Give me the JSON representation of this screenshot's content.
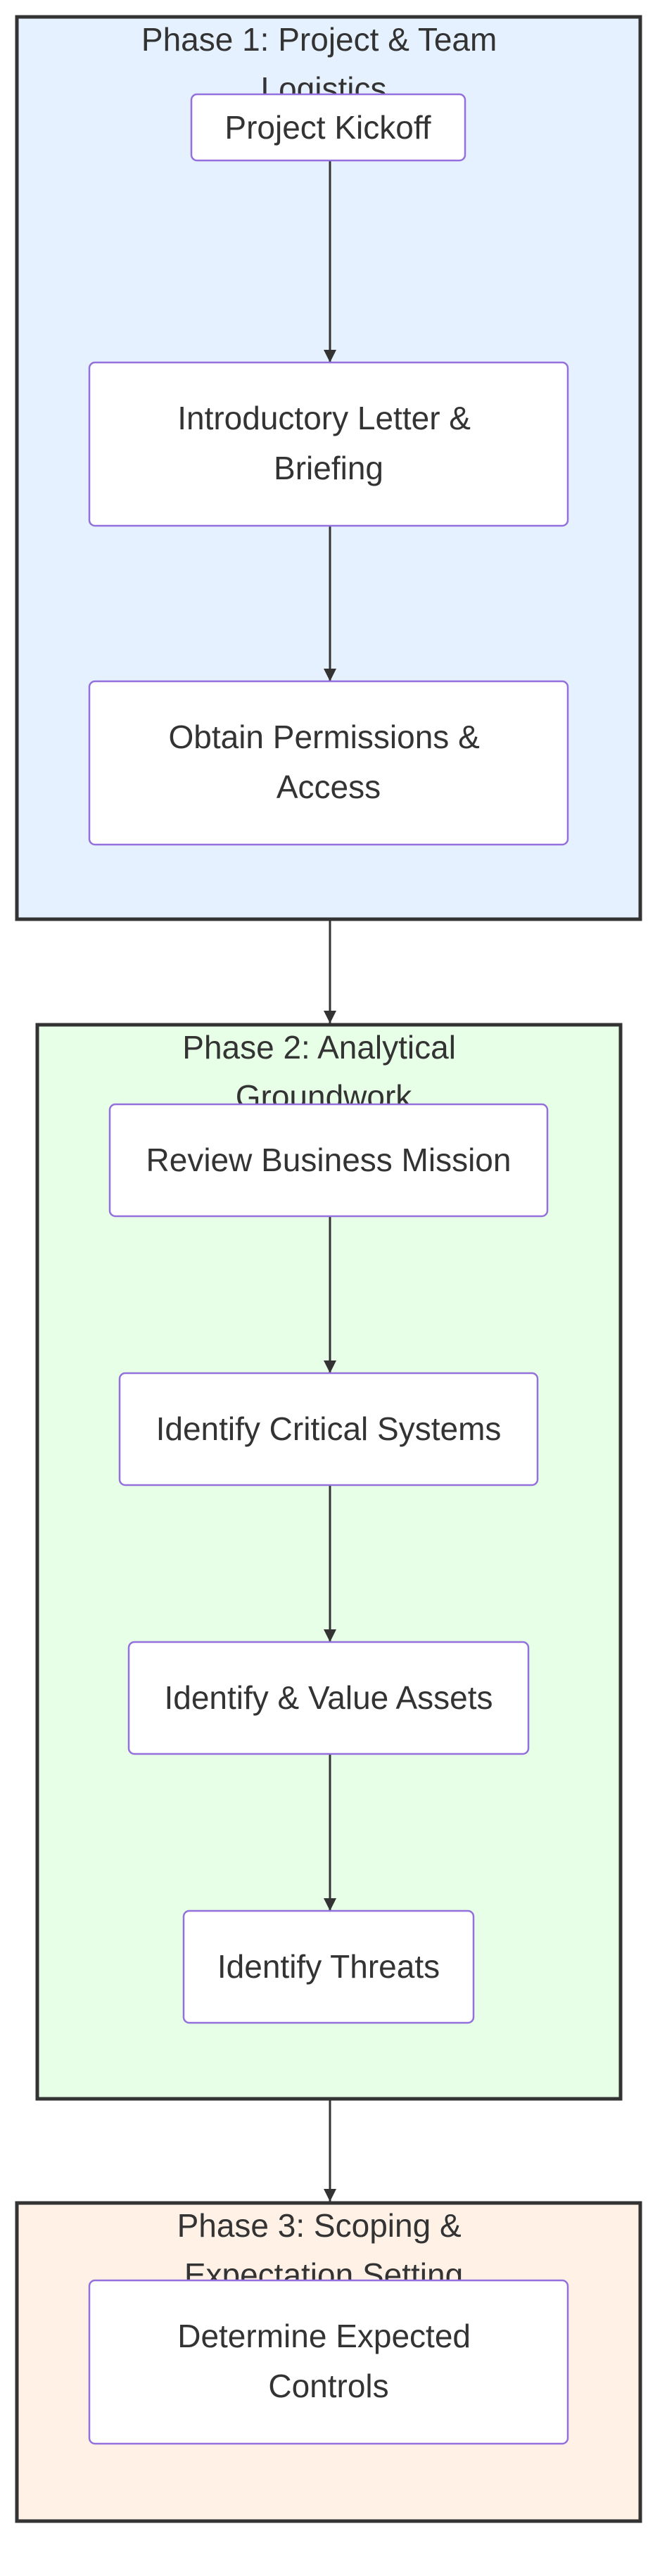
{
  "colors": {
    "phase1_fill": "#e6f1ff",
    "phase2_fill": "#e6ffe6",
    "phase3_fill": "#fff1e6",
    "phase_border": "#333333",
    "node_fill": "#ffffff",
    "node_border": "#9370db",
    "edge": "#333333",
    "text": "#333333"
  },
  "phases": [
    {
      "id": "phase1",
      "title_lines": [
        "Phase 1: Project & Team",
        "Logistics"
      ],
      "nodes": [
        {
          "id": "kickoff",
          "lines": [
            "Project Kickoff"
          ]
        },
        {
          "id": "intro-letter",
          "lines": [
            "Introductory Letter &",
            "Briefing"
          ]
        },
        {
          "id": "permissions",
          "lines": [
            "Obtain Permissions &",
            "Access"
          ]
        }
      ]
    },
    {
      "id": "phase2",
      "title_lines": [
        "Phase 2: Analytical",
        "Groundwork"
      ],
      "nodes": [
        {
          "id": "review-mission",
          "lines": [
            "Review Business Mission"
          ]
        },
        {
          "id": "critical-systems",
          "lines": [
            "Identify Critical Systems"
          ]
        },
        {
          "id": "value-assets",
          "lines": [
            "Identify & Value Assets"
          ]
        },
        {
          "id": "threats",
          "lines": [
            "Identify Threats"
          ]
        }
      ]
    },
    {
      "id": "phase3",
      "title_lines": [
        "Phase 3: Scoping &",
        "Expectation Setting"
      ],
      "nodes": [
        {
          "id": "expected-controls",
          "lines": [
            "Determine Expected",
            "Controls"
          ]
        }
      ]
    }
  ],
  "edges": [
    {
      "from": "kickoff",
      "to": "intro-letter"
    },
    {
      "from": "intro-letter",
      "to": "permissions"
    },
    {
      "from": "phase1",
      "to": "phase2"
    },
    {
      "from": "review-mission",
      "to": "critical-systems"
    },
    {
      "from": "critical-systems",
      "to": "value-assets"
    },
    {
      "from": "value-assets",
      "to": "threats"
    },
    {
      "from": "phase2",
      "to": "phase3"
    }
  ]
}
